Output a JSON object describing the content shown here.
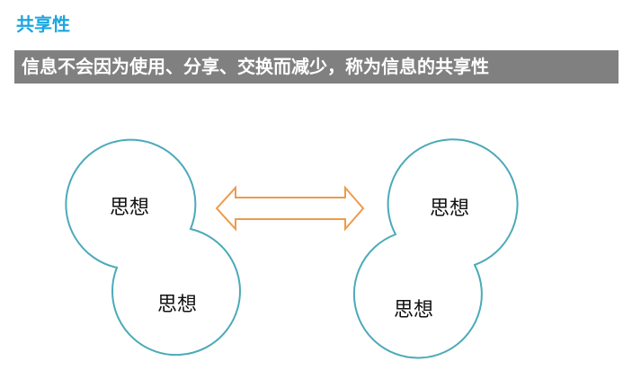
{
  "title": "共享性",
  "banner": "信息不会因为使用、分享、交换而减少，称为信息的共享性",
  "diagram": {
    "left_group": {
      "top_label": "思想",
      "bottom_label": "思想"
    },
    "right_group": {
      "top_label": "思想",
      "bottom_label": "思想"
    },
    "bubble_color": "#4baab8",
    "arrow_color": "#ee9a4d"
  }
}
